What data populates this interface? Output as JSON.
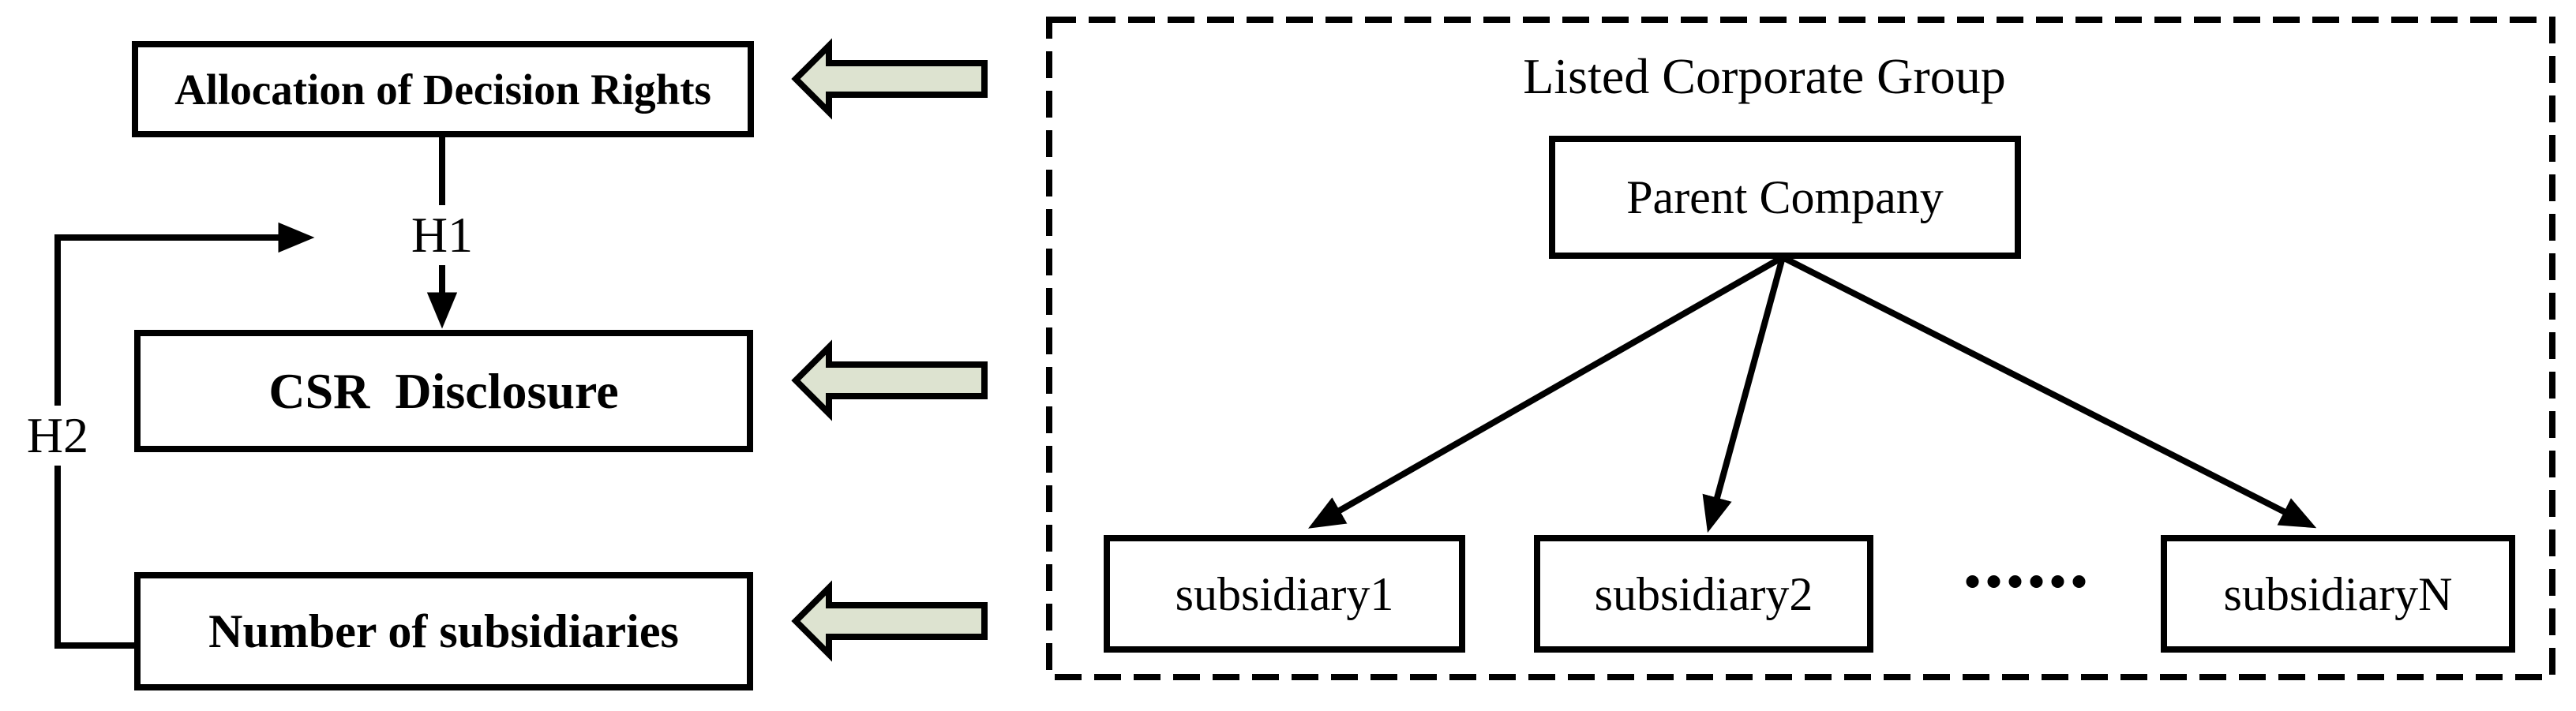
{
  "figure": {
    "left_panel": {
      "boxes": [
        {
          "label": "Allocation of Decision Rights"
        },
        {
          "label": "CSR  Disclosure"
        },
        {
          "label": "Number of subsidiaries"
        }
      ],
      "h1_label": "H1",
      "h2_label": "H2"
    },
    "group_panel": {
      "title": "Listed Corporate Group",
      "parent_label": "Parent Company",
      "subsidiary_labels": [
        "subsidiary1",
        "subsidiary2",
        "subsidiaryN"
      ],
      "ellipsis_dot_count": 6
    },
    "colors": {
      "block_arrow_fill": "#dde3d0",
      "line_color": "#000000",
      "background": "#ffffff"
    }
  }
}
